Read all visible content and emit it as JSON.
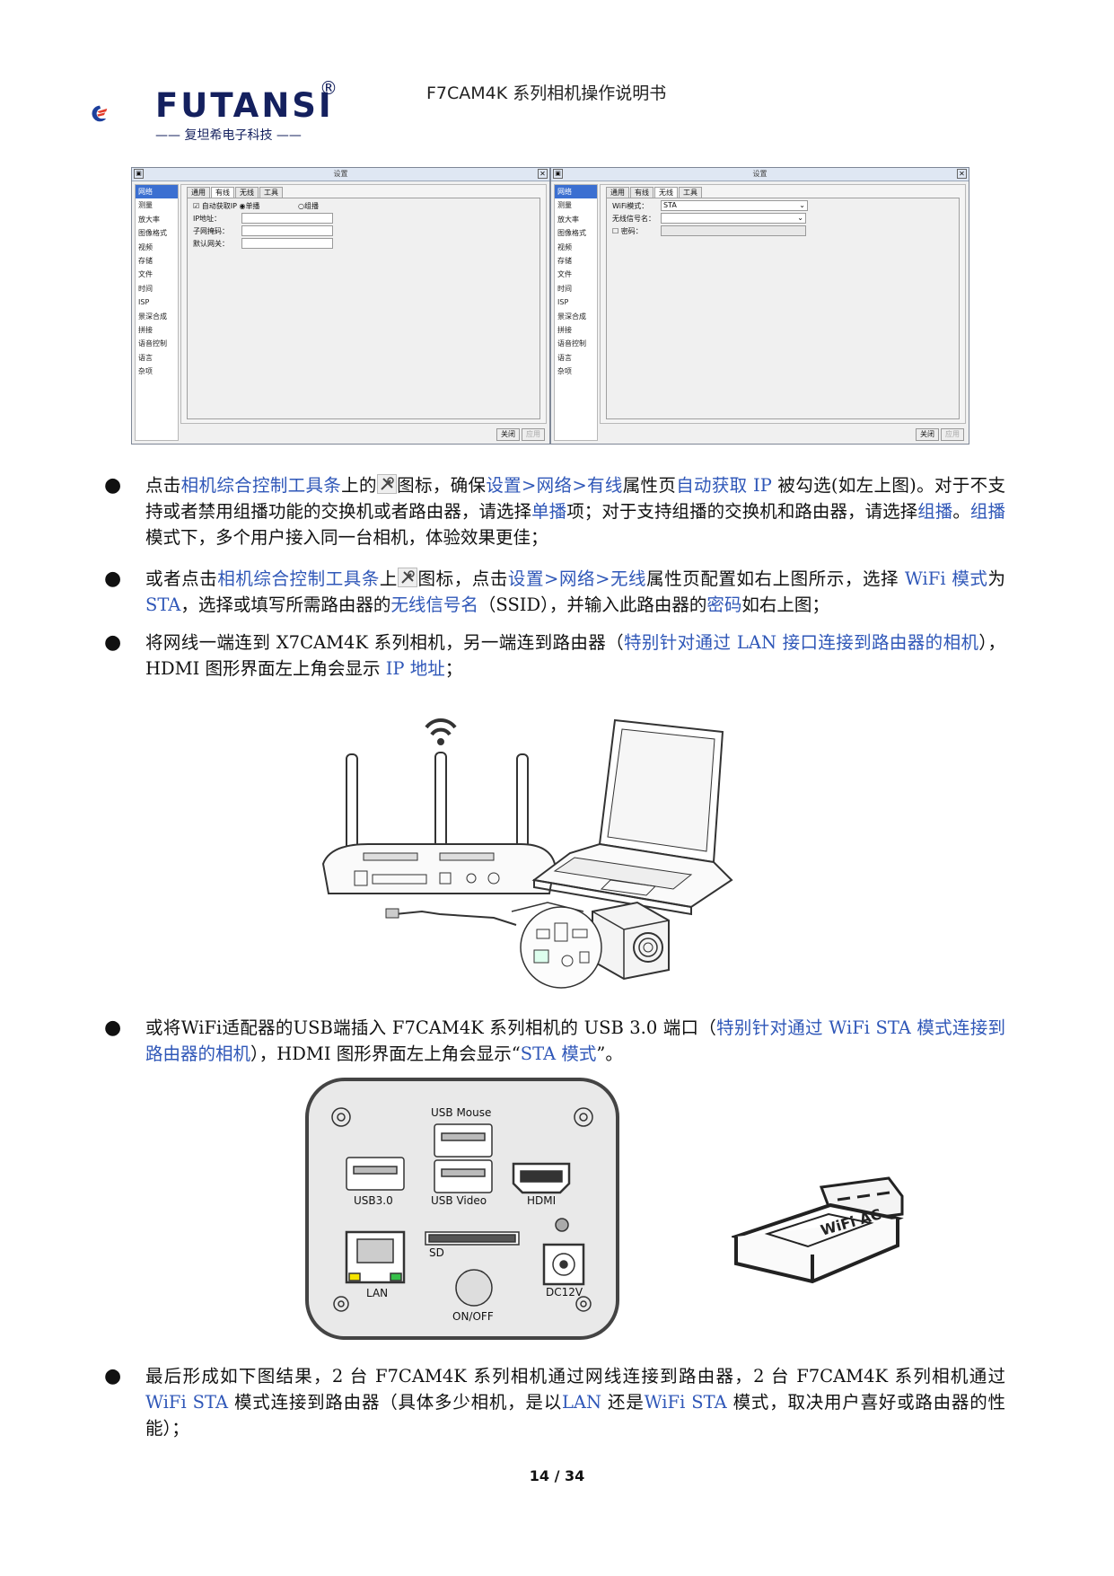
{
  "header": {
    "brand": "FUTANSI",
    "registered": "®",
    "brand_sub": "—— 复坦希电子科技 ——",
    "doc_title": "F7CAM4K 系列相机操作说明书"
  },
  "dialog_left": {
    "title": "设置",
    "sidebar": [
      "网络",
      "测量",
      "放大率",
      "图像格式",
      "视频",
      "存储",
      "文件",
      "时间",
      "ISP",
      "景深合成",
      "拼接",
      "语音控制",
      "语言",
      "杂项"
    ],
    "tabs": [
      "通用",
      "有线",
      "无线",
      "工具"
    ],
    "active_tab": "有线",
    "auto_ip": "自动获取IP",
    "unicast": "单播",
    "multicast": "组播",
    "ip_label": "IP地址：",
    "mask_label": "子网掩码：",
    "gateway_label": "默认网关：",
    "close": "关闭",
    "apply": "应用"
  },
  "dialog_right": {
    "title": "设置",
    "sidebar": [
      "网络",
      "测量",
      "放大率",
      "图像格式",
      "视频",
      "存储",
      "文件",
      "时间",
      "ISP",
      "景深合成",
      "拼接",
      "语音控制",
      "语言",
      "杂项"
    ],
    "tabs": [
      "通用",
      "有线",
      "无线",
      "工具"
    ],
    "active_tab": "无线",
    "wifi_mode_label": "WiFi模式：",
    "wifi_mode_value": "STA",
    "ssid_label": "无线信号名：",
    "password_label": "密码：",
    "close": "关闭",
    "apply": "应用"
  },
  "bullets": {
    "b1": {
      "t1": "点击",
      "t2": "相机综合控制工具条",
      "t3": "上的",
      "t4": "图标，确保",
      "t5": "设置>网络>有线",
      "t6": "属性页",
      "t7": "自动获取 IP",
      "t8": " 被勾选(如左上图)。对于不支持或者禁用组播功能的交换机或者路由器，请选择",
      "t9": "单播",
      "t10": "项；对于支持组播的交换机和路由器，请选择",
      "t11": "组播",
      "t12": "。",
      "t13": "组播",
      "t14": "模式下，多个用户接入同一台相机，体验效果更佳；"
    },
    "b2": {
      "t1": "或者点击",
      "t2": "相机综合控制工具条",
      "t3": "上",
      "t4": "图标，点击",
      "t5": "设置>网络>无线",
      "t6": "属性页配置如右上图所示，选择 ",
      "t7": "WiFi 模式",
      "t8": "为 ",
      "t9": "STA",
      "t10": "，选择或填写所需路由器的",
      "t11": "无线信号名",
      "t12": "（SSID），并输入此路由器的",
      "t13": "密码",
      "t14": "如右上图；"
    },
    "b3": {
      "t1": "将网线一端连到 X7CAM4K 系列相机，另一端连到路由器（",
      "t2": "特别针对通过 LAN 接口连接到路由器的相机",
      "t3": "），HDMI 图形界面左上角会显示 ",
      "t4": "IP 地址",
      "t5": "；"
    },
    "b4": {
      "t1": "或将WiFi适配器的USB端插入 F7CAM4K 系列相机的 USB 3.0 端口（",
      "t2": "特别针对通过 WiFi STA 模式连接到路由器的相机",
      "t3": "），HDMI 图形界面左上角会显示“",
      "t4": "STA 模式",
      "t5": "”。"
    },
    "b5": {
      "t1": "最后形成如下图结果，2 台 F7CAM4K 系列相机通过网线连接到路由器，2 台 F7CAM4K 系列相机通过 ",
      "t2": "WiFi STA",
      "t3": " 模式连接到路由器（具体多少相机，是以",
      "t4": "LAN",
      "t5": " 还是",
      "t6": "WiFi STA",
      "t7": " 模式，取决用户喜好或路由器的性能）；"
    }
  },
  "panel": {
    "usb_mouse": "USB Mouse",
    "usb30": "USB3.0",
    "usb_video": "USB Video",
    "hdmi": "HDMI",
    "sd": "SD",
    "lan": "LAN",
    "onoff": "ON/OFF",
    "dc12v": "DC12V"
  },
  "dongle": {
    "label": "WiFi AC"
  },
  "page": {
    "number": "14 / 34"
  },
  "colors": {
    "link_blue": "#2f57b8",
    "brand_navy": "#14205e",
    "brand_red": "#e23a2a"
  }
}
